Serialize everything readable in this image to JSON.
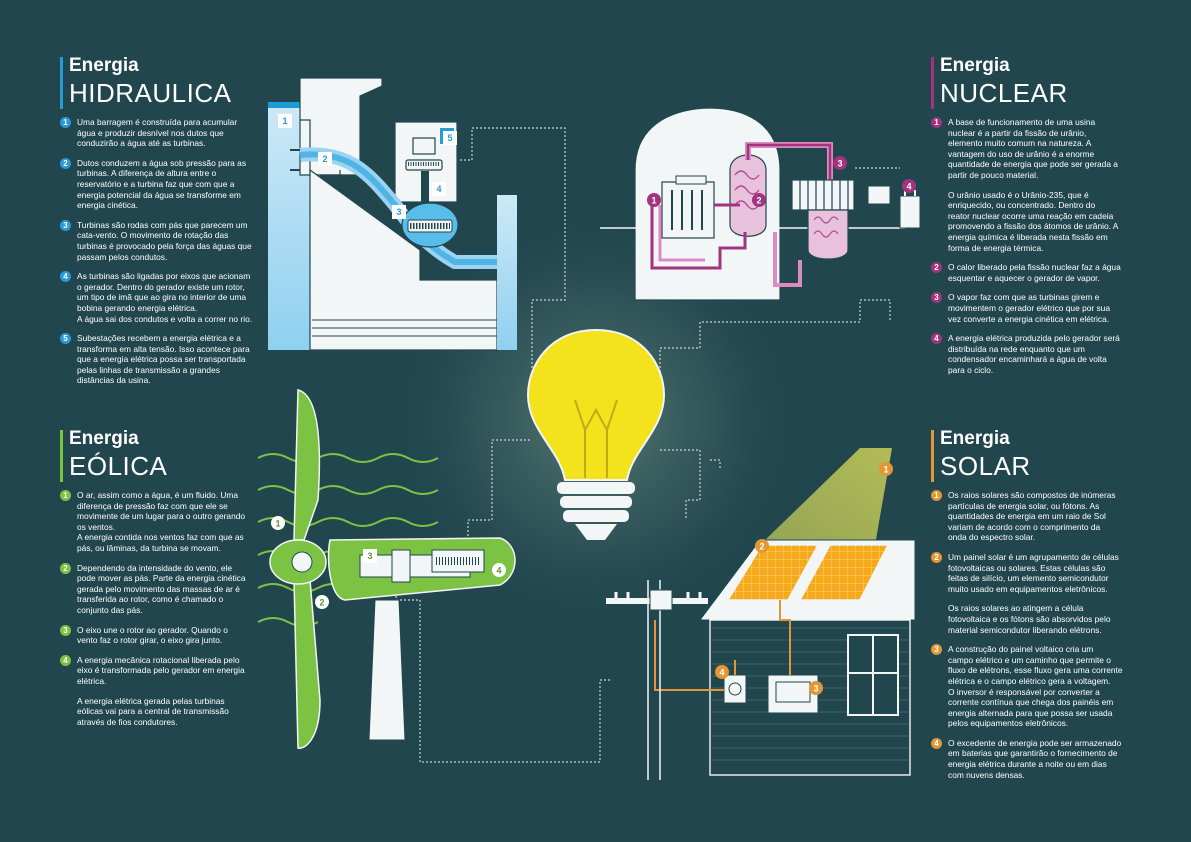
{
  "colors": {
    "background": "#22464e",
    "hidraulica": "#2a9ad6",
    "nuclear": "#a2347e",
    "eolica": "#7cc243",
    "solar": "#e39634",
    "bulb": "#f3e21c"
  },
  "hidraulica": {
    "title": "Energia",
    "subtitle": "HIDRAULICA",
    "items": [
      {
        "num": "1",
        "lines": [
          "Uma barragem é construída para acumular",
          "água e produzir desnível nos dutos que",
          "conduzirão a água até as turbinas."
        ]
      },
      {
        "num": "2",
        "lines": [
          "Dutos conduzem a água sob pressão para as",
          "turbinas. A diferença de altura entre o",
          "reservatório e a turbina faz que com que a",
          "energia potencial da água se transforme em",
          "energia cinética."
        ]
      },
      {
        "num": "3",
        "lines": [
          "Turbinas são rodas com pás que parecem um",
          "cata-vento. O movimento de rotação das",
          "turbinas é provocado pela força das águas que",
          "passam pelos condutos."
        ]
      },
      {
        "num": "4",
        "lines": [
          "As turbinas são ligadas por eixos que acionam",
          "o gerador. Dentro do gerador existe um rotor,",
          "um tipo de imã que ao gira no interior de uma",
          "bobina gerando energia elétrica.",
          "A água sai dos condutos e volta a correr no rio."
        ]
      },
      {
        "num": "5",
        "lines": [
          "Subestações recebem a energia elétrica e a",
          "transforma em alta tensão. Isso acontece para",
          "que a energia elétrica possa ser transportada",
          "pelas linhas de transmissão a grandes",
          "distâncias da usina."
        ]
      }
    ]
  },
  "nuclear": {
    "title": "Energia",
    "subtitle": "NUCLEAR",
    "items": [
      {
        "num": "1",
        "lines": [
          "A base de funcionamento de uma usina",
          "nuclear é a partir da fissão de urânio,",
          "elemento muito comum na natureza. A",
          "vantagem do uso de urânio é a enorme",
          "quantidade de energia que pode ser gerada a",
          "partir de pouco material."
        ]
      },
      {
        "num": "",
        "lines": [
          "O urânio usado é o Urânio-235, que é",
          "enriquecido, ou concentrado. Dentro do",
          "reator nuclear ocorre uma reação em cadeia",
          "promovendo a fissão dos átomos de urânio. A",
          "energia química é liberada nesta fissão em",
          "forma de energia térmica."
        ]
      },
      {
        "num": "2",
        "lines": [
          "O calor liberado pela fissão nuclear faz a água",
          "esquentar e aquecer o gerador de vapor."
        ]
      },
      {
        "num": "3",
        "lines": [
          "O vapor faz com que as turbinas girem e",
          "movimentem o gerador elétrico que por sua",
          "vez converte a energia cinética em elétrica."
        ]
      },
      {
        "num": "4",
        "lines": [
          "A energia elétrica produzida pelo gerador será",
          "distribuída na rede enquanto que um",
          "condensador encaminhará a água de volta",
          "para o ciclo."
        ]
      }
    ]
  },
  "eolica": {
    "title": "Energia",
    "subtitle": "EÓLICA",
    "items": [
      {
        "num": "1",
        "lines": [
          "O ar, assim como a água, é um fluido. Uma",
          "diferença de pressão faz com que ele se",
          "movimente de um lugar para o outro gerando",
          "os ventos.",
          "A energia contida nos ventos faz com que as",
          "pás, ou lâminas, da turbina se movam."
        ]
      },
      {
        "num": "2",
        "lines": [
          "Dependendo da intensidade do vento, ele",
          "pode mover as pás. Parte da energia cinética",
          "gerada pelo movimento das massas de ar é",
          "transferida ao rotor, como é chamado o",
          "conjunto das pás."
        ]
      },
      {
        "num": "3",
        "lines": [
          "O eixo une o rotor ao gerador. Quando o",
          "vento faz o rotor girar, o eixo gira junto."
        ]
      },
      {
        "num": "4",
        "lines": [
          "A energia mecânica rotacional liberada pelo",
          "eixo é transformada pelo gerador em energia",
          "elétrica."
        ]
      },
      {
        "num": "",
        "lines": [
          "A energia elétrica gerada pelas turbinas",
          "eólicas vai para a central de transmissão",
          "através de fios condutores."
        ]
      }
    ]
  },
  "solar": {
    "title": "Energia",
    "subtitle": "SOLAR",
    "items": [
      {
        "num": "1",
        "lines": [
          "Os raios solares são compostos de inúmeras",
          "partículas de energia solar, ou fótons. As",
          "quantidades de energia em um raio de Sol",
          "variam de acordo com o comprimento da",
          "onda do espectro solar."
        ]
      },
      {
        "num": "2",
        "lines": [
          "Um painel solar é um agrupamento de células",
          "fotovoltaicas ou solares. Estas células são",
          "feitas de silício, um elemento semicondutor",
          "muito usado em equipamentos eletrônicos."
        ]
      },
      {
        "num": "",
        "lines": [
          "Os raios solares ao atingem a célula",
          "fotovoltaica e os fótons são absorvidos pelo",
          "material semicondutor liberando elétrons."
        ]
      },
      {
        "num": "3",
        "lines": [
          "A construção do painel voltaico cria um",
          "campo elétrico e um caminho que permite o",
          "fluxo de elétrons, esse fluxo gera uma corrente",
          "elétrica e o campo elétrico gera a voltagem.",
          "O inversor é responsável por converter a",
          "corrente contínua que chega dos painéis em",
          "energia alternada para que possa ser usada",
          "pelos equipamentos eletrônicos."
        ]
      },
      {
        "num": "4",
        "lines": [
          "O excedente de energia pode ser armazenado",
          "em baterias que garantirão o fornecimento de",
          "energia elétrica durante a noite ou em dias",
          "com nuvens densas."
        ]
      }
    ]
  },
  "markers": {
    "hidraulica": [
      "1",
      "2",
      "3",
      "4",
      "5"
    ],
    "nuclear": [
      "1",
      "2",
      "3",
      "4"
    ],
    "eolica": [
      "1",
      "2",
      "3",
      "4"
    ],
    "solar": [
      "1",
      "2",
      "3",
      "4"
    ]
  }
}
